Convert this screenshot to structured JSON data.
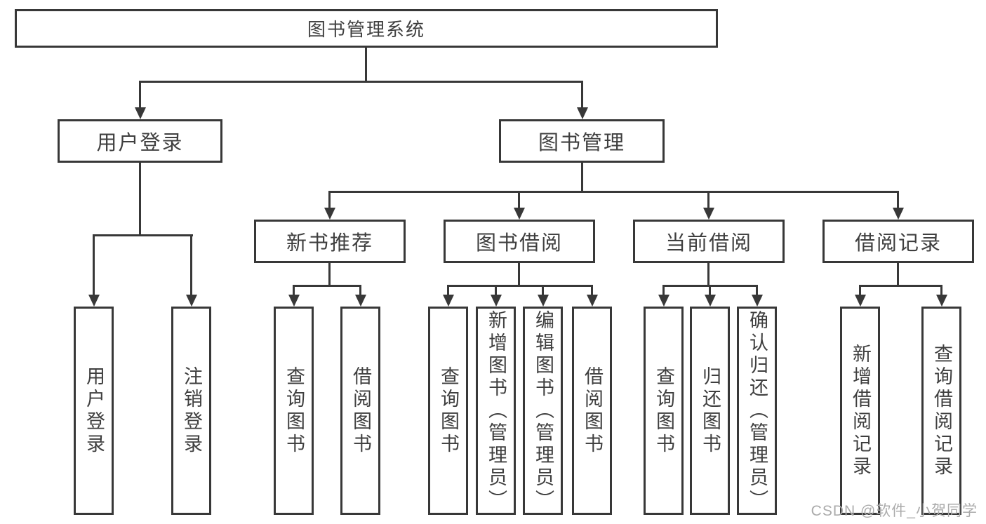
{
  "tree": {
    "label": "图书管理系统",
    "children": [
      {
        "label": "用户登录",
        "children": [
          {
            "label": "用户登录"
          },
          {
            "label": "注销登录"
          }
        ]
      },
      {
        "label": "图书管理",
        "children": [
          {
            "label": "新书推荐",
            "children": [
              {
                "label": "查询图书"
              },
              {
                "label": "借阅图书"
              }
            ]
          },
          {
            "label": "图书借阅",
            "children": [
              {
                "label": "查询图书"
              },
              {
                "label": "新增图书（管理员）"
              },
              {
                "label": "编辑图书（管理员）"
              },
              {
                "label": "借阅图书"
              }
            ]
          },
          {
            "label": "当前借阅",
            "children": [
              {
                "label": "查询图书"
              },
              {
                "label": "归还图书"
              },
              {
                "label": "确认归还（管理员）"
              }
            ]
          },
          {
            "label": "借阅记录",
            "children": [
              {
                "label": "新增借阅记录"
              },
              {
                "label": "查询借阅记录"
              }
            ]
          }
        ]
      }
    ]
  },
  "watermark": "CSDN @软件_小贺同学",
  "colors": {
    "line": "#383838",
    "box_border": "#383838",
    "box_fill": "#ffffff",
    "text": "#3f3f3f",
    "watermark": "#ababab",
    "background": "#ffffff"
  }
}
